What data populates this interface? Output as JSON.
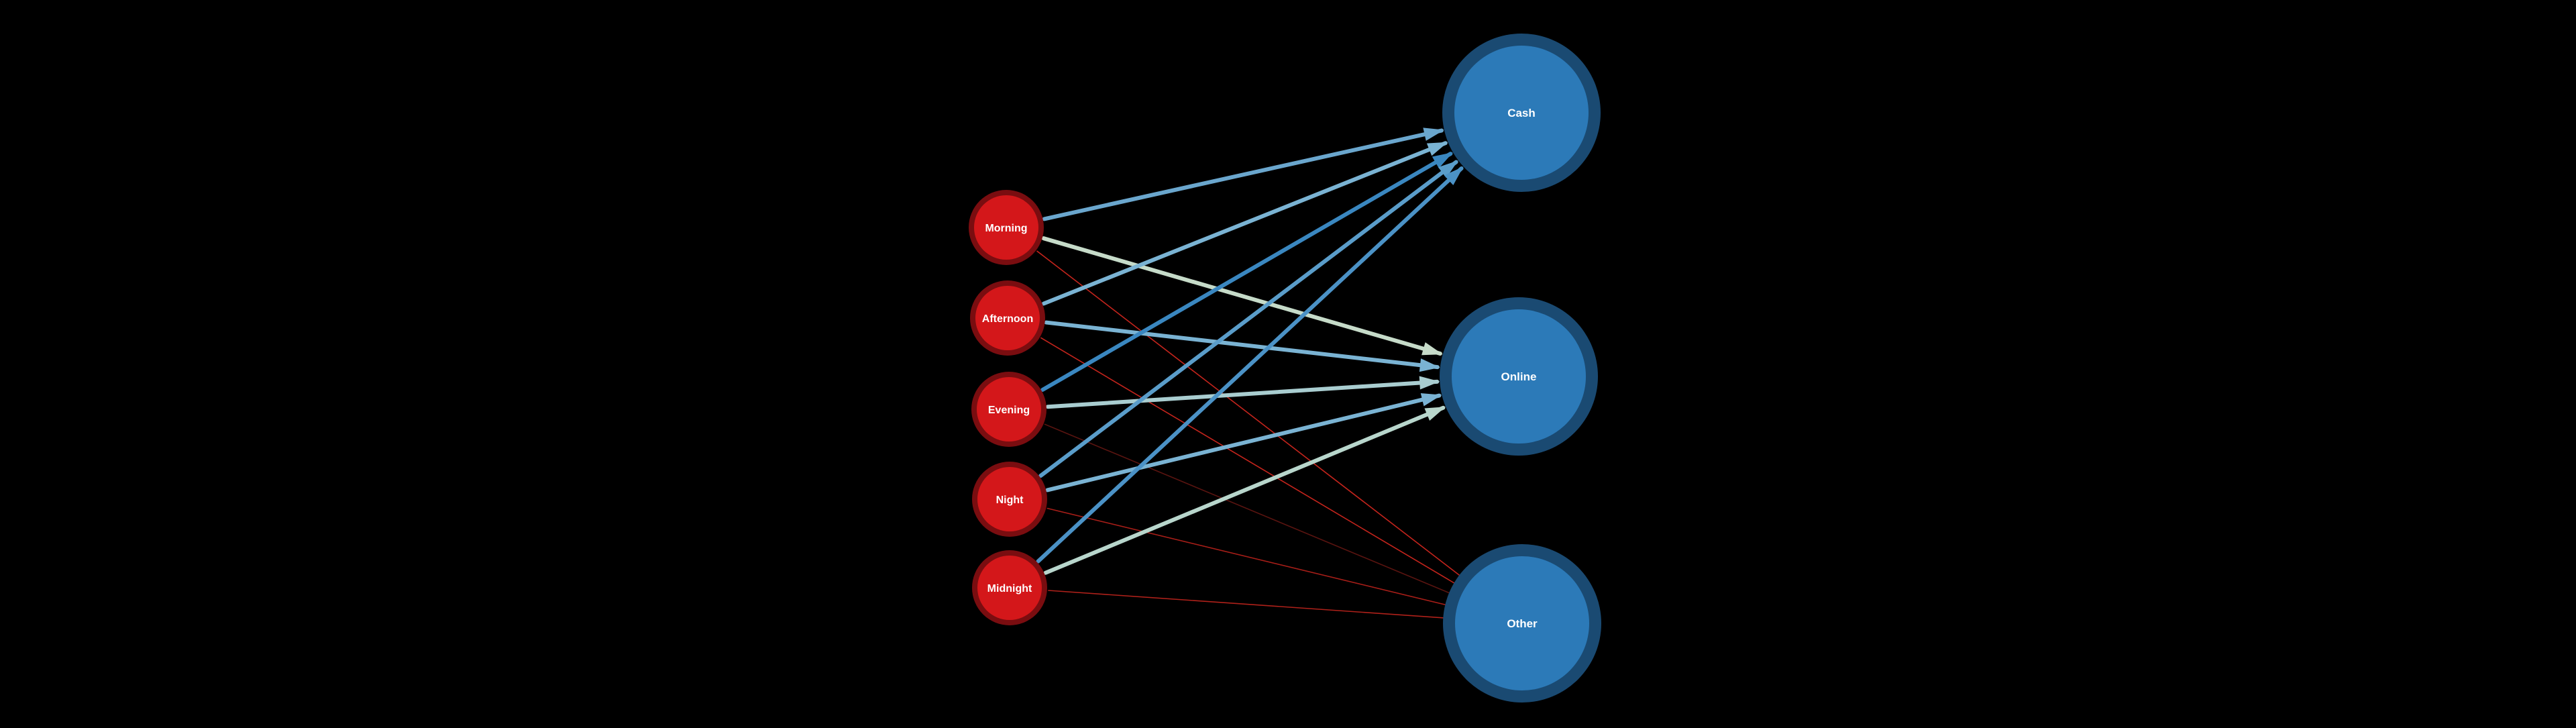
{
  "diagram": {
    "type": "bipartite-flow",
    "sources": [
      {
        "id": "morning",
        "label": "Morning"
      },
      {
        "id": "afternoon",
        "label": "Afternoon"
      },
      {
        "id": "evening",
        "label": "Evening"
      },
      {
        "id": "night",
        "label": "Night"
      },
      {
        "id": "midnight",
        "label": "Midnight"
      }
    ],
    "targets": [
      {
        "id": "cash",
        "label": "Cash"
      },
      {
        "id": "online",
        "label": "Online"
      },
      {
        "id": "other",
        "label": "Other"
      }
    ],
    "edges": [
      {
        "from": "morning",
        "to": "cash",
        "strength": "strong",
        "color": "#6aa6cd"
      },
      {
        "from": "morning",
        "to": "online",
        "strength": "strong",
        "color": "#c6dbc9"
      },
      {
        "from": "morning",
        "to": "other",
        "strength": "weak",
        "color": "#c4241c"
      },
      {
        "from": "afternoon",
        "to": "cash",
        "strength": "strong",
        "color": "#7ab3d3"
      },
      {
        "from": "afternoon",
        "to": "online",
        "strength": "strong",
        "color": "#7ab3d3"
      },
      {
        "from": "afternoon",
        "to": "other",
        "strength": "weak",
        "color": "#c4241c"
      },
      {
        "from": "evening",
        "to": "cash",
        "strength": "strong",
        "color": "#3a87c0"
      },
      {
        "from": "evening",
        "to": "online",
        "strength": "strong",
        "color": "#a9cdd0"
      },
      {
        "from": "evening",
        "to": "other",
        "strength": "weak",
        "color": "#5a1410"
      },
      {
        "from": "night",
        "to": "cash",
        "strength": "strong",
        "color": "#5a9dca"
      },
      {
        "from": "night",
        "to": "online",
        "strength": "strong",
        "color": "#7ab3d3"
      },
      {
        "from": "night",
        "to": "other",
        "strength": "weak",
        "color": "#a81e18"
      },
      {
        "from": "midnight",
        "to": "cash",
        "strength": "strong",
        "color": "#4b92c6"
      },
      {
        "from": "midnight",
        "to": "online",
        "strength": "strong",
        "color": "#b8d6cc"
      },
      {
        "from": "midnight",
        "to": "other",
        "strength": "weak",
        "color": "#b0211a"
      }
    ]
  },
  "colors": {
    "background": "#000000",
    "source_fill": "#d4171a",
    "source_ring": "#7a0d10",
    "target_fill": "#2c7ab8",
    "target_ring": "#1a4a72",
    "label": "#ffffff"
  }
}
